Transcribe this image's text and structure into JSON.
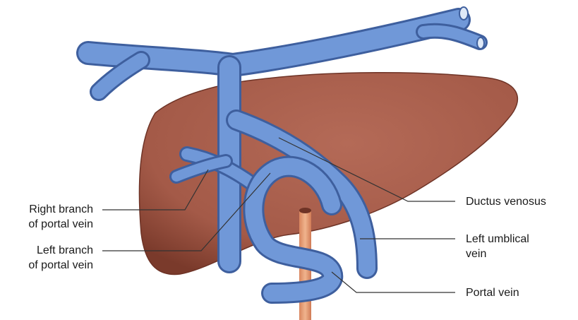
{
  "labels": {
    "right_branch": {
      "line1": "Right branch",
      "line2": "of portal vein"
    },
    "left_branch": {
      "line1": "Left branch",
      "line2": "of portal vein"
    },
    "ductus_venosus": {
      "line1": "Ductus venosus"
    },
    "left_umbilical": {
      "line1": "Left umblical",
      "line2": "vein"
    },
    "portal_vein": {
      "line1": "Portal vein"
    }
  },
  "colors": {
    "liver": "#a9604e",
    "liver_shadow": "#7d3b2c",
    "vein": "#6f96d8",
    "vein_dark": "#3e5f9e",
    "artery_stub": "#e8a07a",
    "leader": "#333333"
  }
}
